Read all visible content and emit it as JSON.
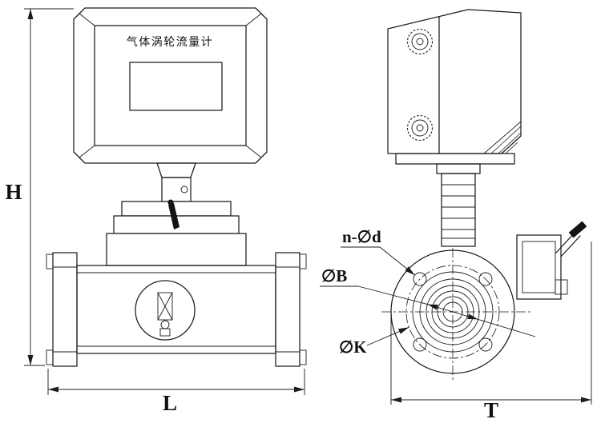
{
  "drawing": {
    "title": "气体涡轮流量计",
    "labels": {
      "height": "H",
      "length": "L",
      "depth": "T",
      "bolt_holes": "n-∅d",
      "bore_diameter": "∅B",
      "bolt_circle": "∅K"
    },
    "colors": {
      "line": "#1c1c1c",
      "background": "#ffffff"
    }
  }
}
